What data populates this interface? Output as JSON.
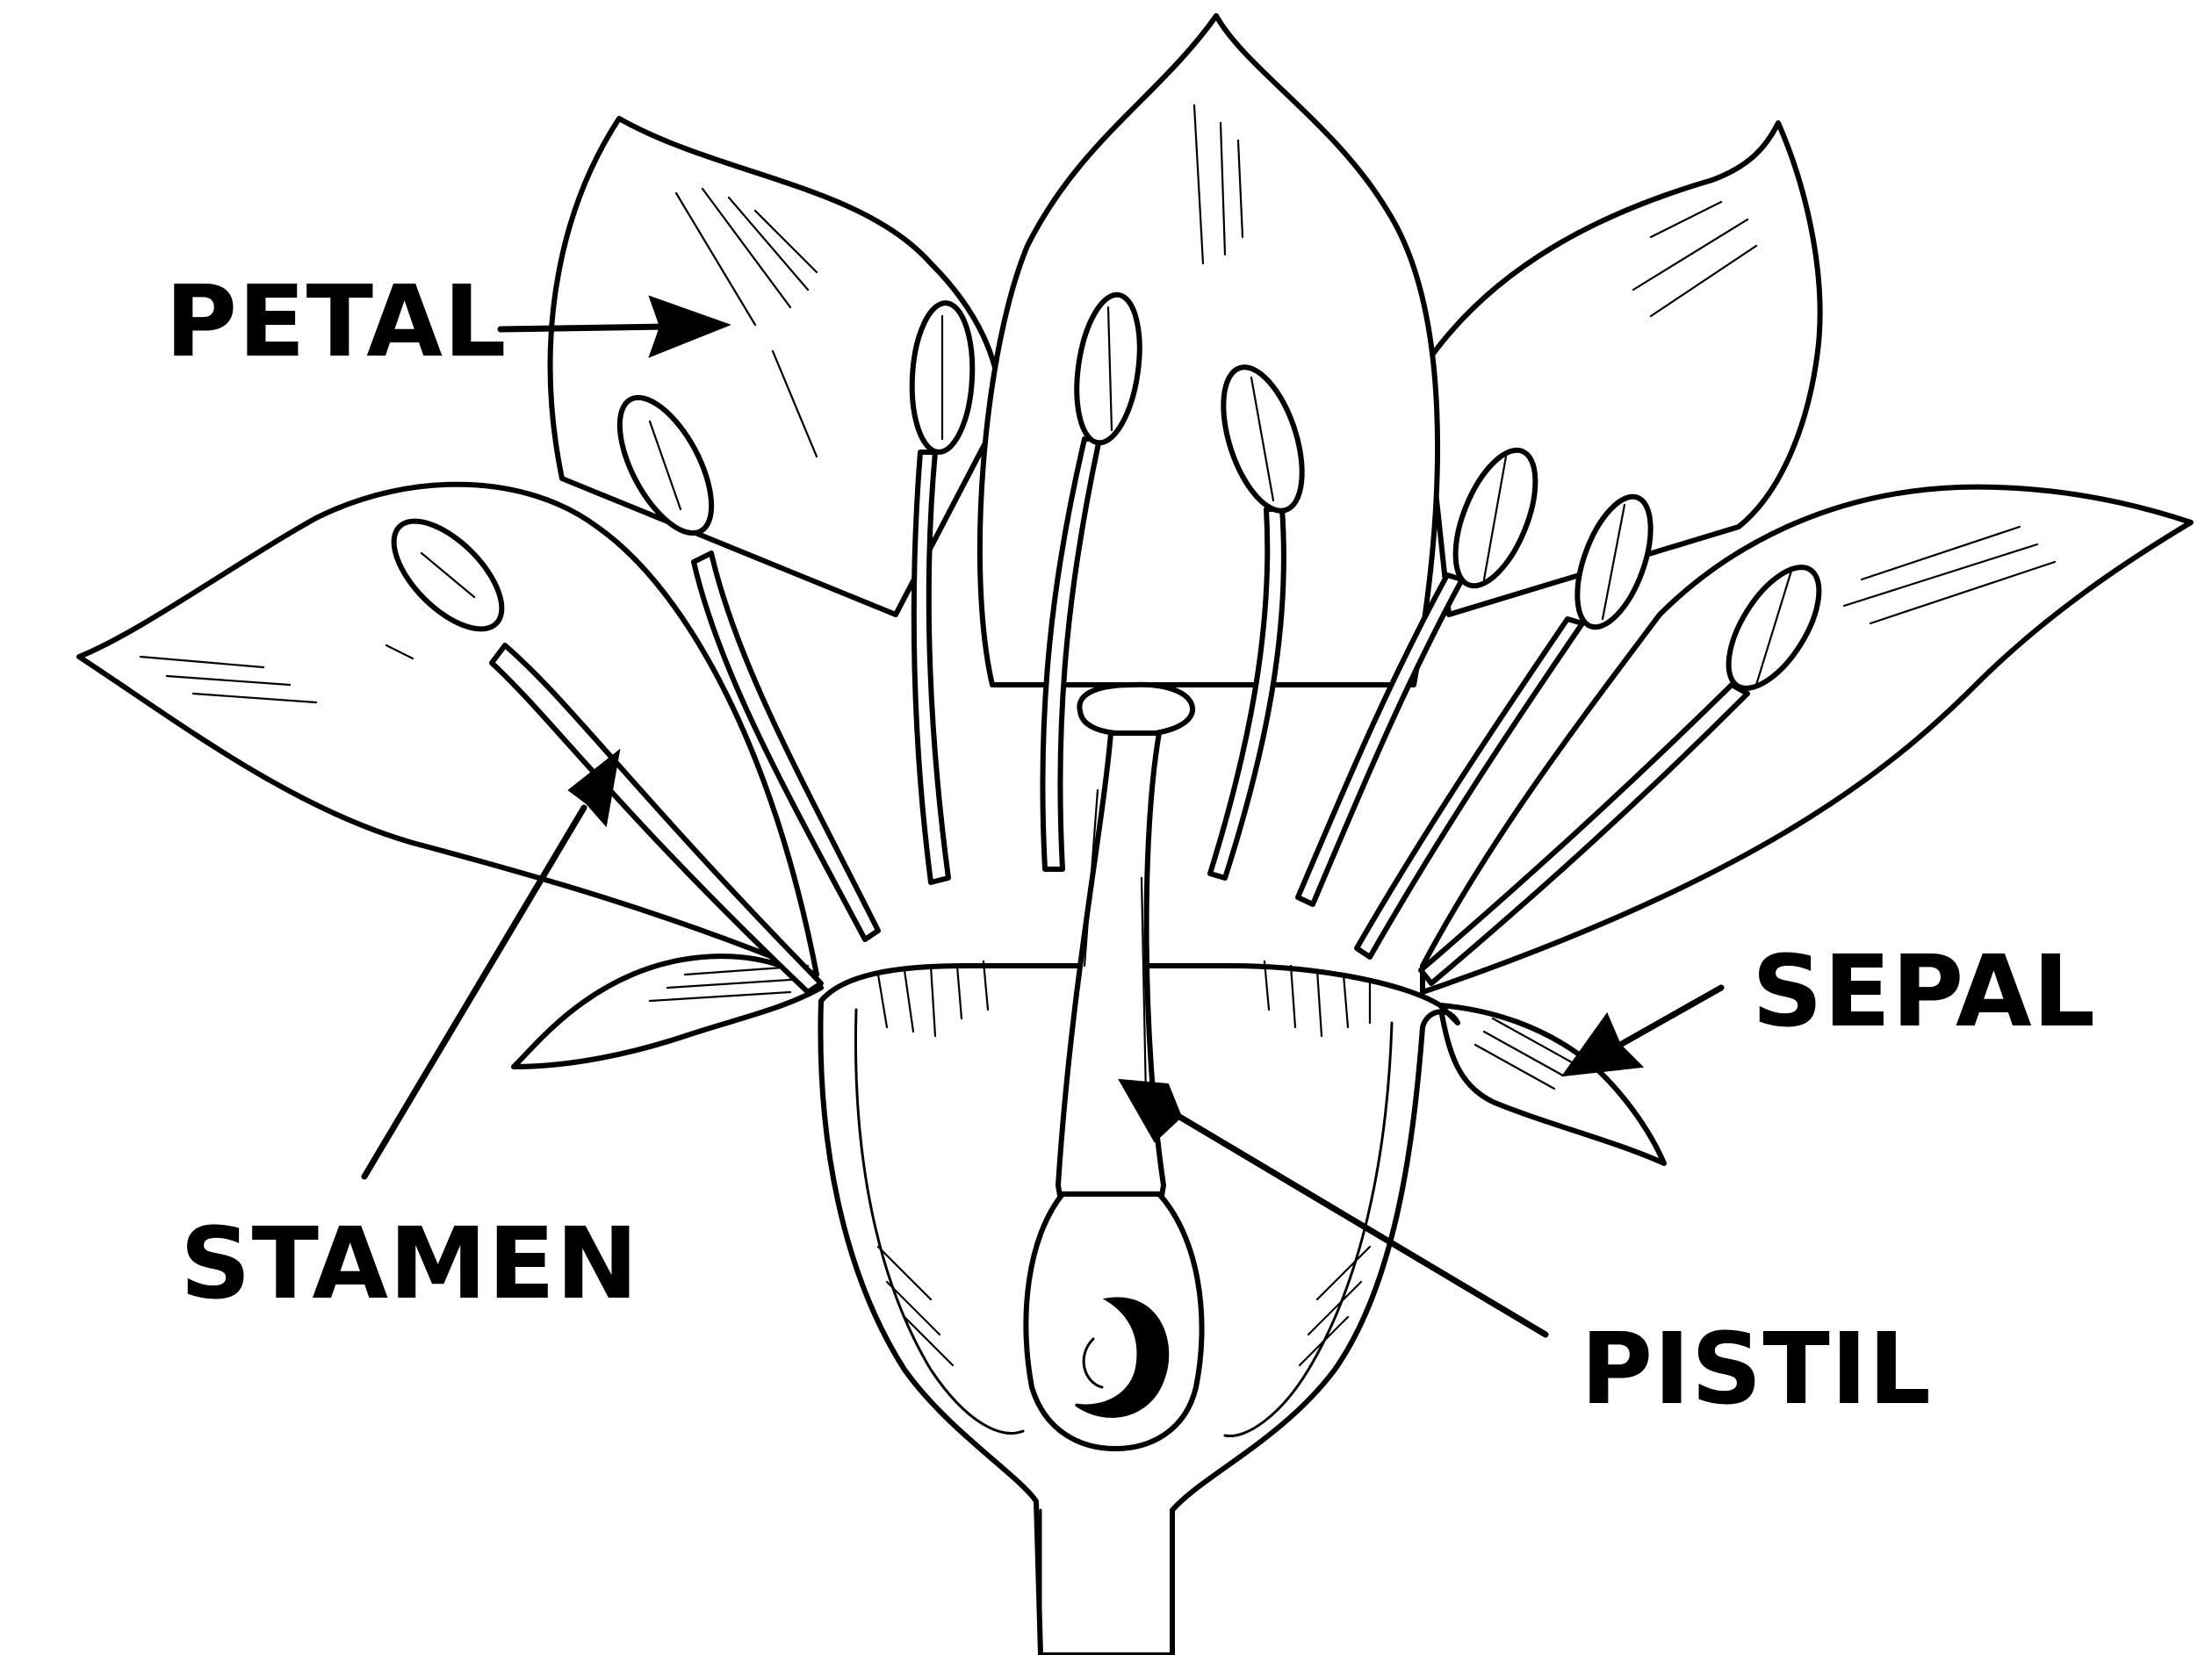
{
  "labels": {
    "petal": "PETAL",
    "stamen": "STAMEN",
    "sepal": "SEPAL",
    "pistil": "PISTIL"
  },
  "colors": {
    "ink": "#000000",
    "paper": "#ffffff"
  }
}
